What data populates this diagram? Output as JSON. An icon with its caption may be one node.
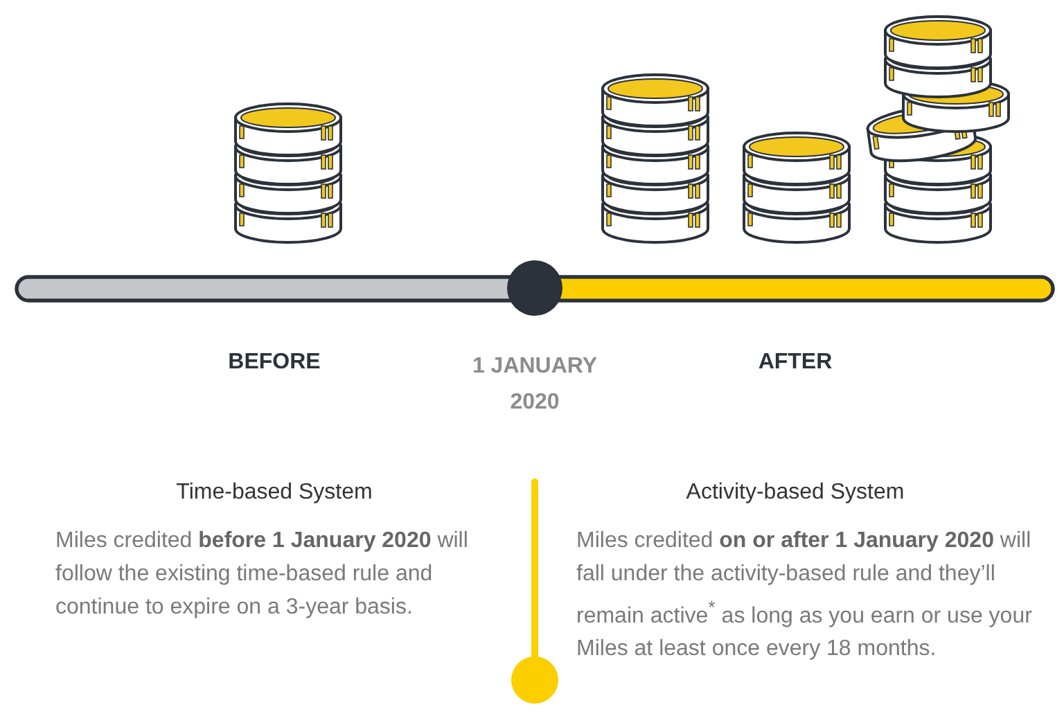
{
  "diagram": {
    "labels": [
      "BEFORE",
      "1 JANUARY 2020",
      "AFTER",
      "Time-based System",
      "Miles credited **before 1 January 2020** will follow the existing time-based rule and continue to expire on a 3-year basis.",
      "Activity-based System",
      "Miles credited **on or after 1 January 2020** will fall under the activity-based rule and they’ll remain active$^{*}$ as long as you earn or use your Miles at least once every 18 months."
    ]
  }
}
